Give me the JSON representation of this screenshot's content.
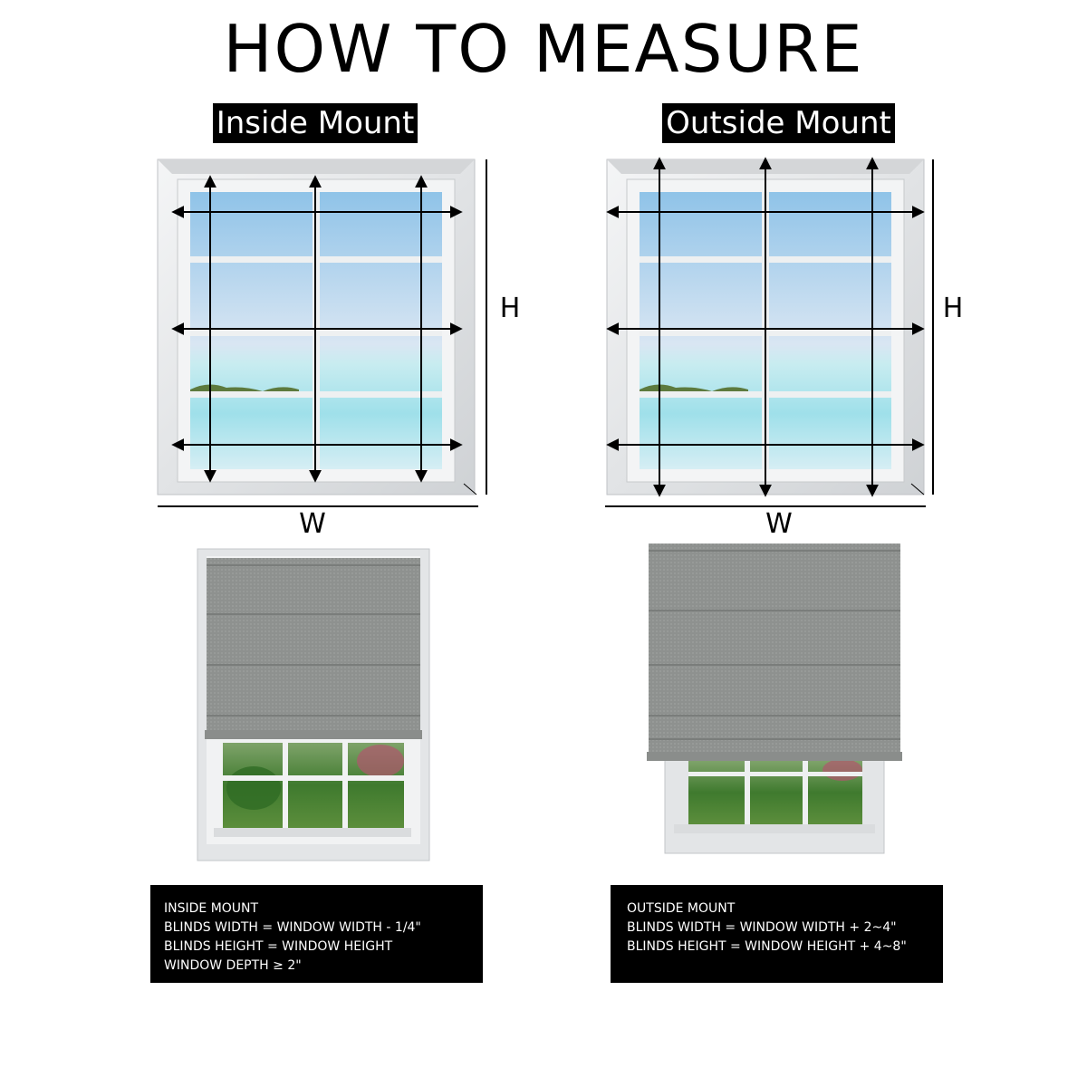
{
  "title": "HOW TO MEASURE",
  "inside": {
    "label": "Inside Mount",
    "height_label": "H",
    "width_label": "W",
    "info": [
      "INSIDE MOUNT",
      "BLINDS WIDTH = WINDOW WIDTH - 1/4\"",
      "BLINDS HEIGHT = WINDOW HEIGHT",
      "WINDOW DEPTH ≥ 2\""
    ]
  },
  "outside": {
    "label": "Outside Mount",
    "height_label": "H",
    "width_label": "W",
    "info": [
      "OUTSIDE MOUNT",
      "BLINDS WIDTH = WINDOW WIDTH + 2~4\"",
      "BLINDS HEIGHT = WINDOW HEIGHT + 4~8\""
    ]
  },
  "colors": {
    "sky_top": "#8fc3e8",
    "sea": "#9fe0ea",
    "frame": "#e6e8ea",
    "shade": "#8e918f",
    "foliage": "#3f7a2e",
    "badge": "#000000"
  }
}
